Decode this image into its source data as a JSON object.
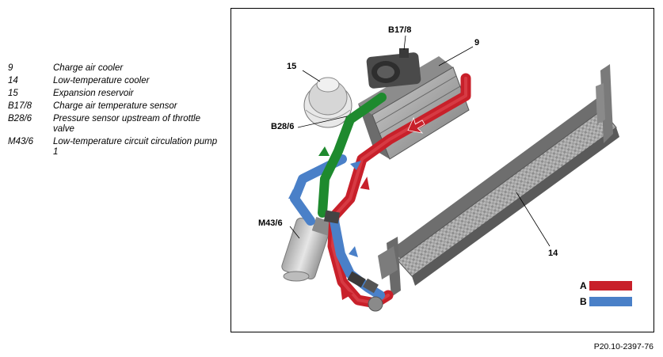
{
  "legend": [
    {
      "code": "9",
      "text": "Charge air cooler"
    },
    {
      "code": "14",
      "text": "Low-temperature cooler"
    },
    {
      "code": "15",
      "text": "Expansion reservoir"
    },
    {
      "code": "B17/8",
      "text": "Charge air temperature sensor"
    },
    {
      "code": "B28/6",
      "text": "Pressure sensor upstream of throttle valve"
    },
    {
      "code": "M43/6",
      "text": "Low-temperature circuit circulation pump 1"
    }
  ],
  "callouts": {
    "b17_8": "B17/8",
    "c9": "9",
    "c15": "15",
    "b28_6": "B28/6",
    "m43_6": "M43/6",
    "c14": "14"
  },
  "key": {
    "a_label": "A",
    "b_label": "B",
    "a_color": "#c8202a",
    "b_color": "#4a80c8"
  },
  "pipe_colors": {
    "green": "#1e8a2e"
  },
  "reference": "P20.10-2397-76"
}
